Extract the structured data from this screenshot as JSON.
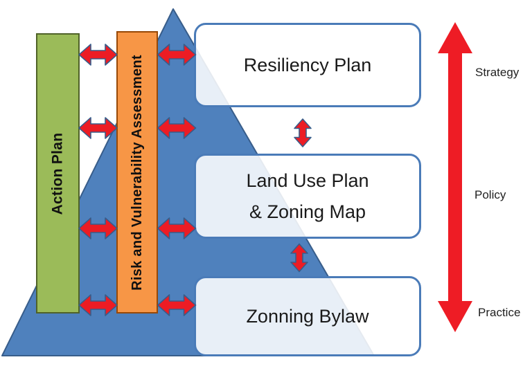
{
  "diagram": {
    "pyramid": {
      "fill_color": "#4F81BD",
      "border_color": "#385D8A"
    },
    "bars": [
      {
        "label": "Action Plan",
        "fill_color": "#9BBB59",
        "border_color": "#4F6228"
      },
      {
        "label": "Risk and Vulnerability Assessment",
        "fill_color": "#F79646",
        "border_color": "#974806"
      }
    ],
    "boxes": [
      {
        "label": "Resiliency Plan"
      },
      {
        "label_line1": "Land Use Plan",
        "label_line2": "& Zoning Map"
      },
      {
        "label": "Zonning Bylaw"
      }
    ],
    "box_style": {
      "border_color": "#4A7BB8",
      "fill_color": "rgba(255,255,255,0.87)"
    },
    "connectors": {
      "fill_color": "#EC1C24",
      "outline_color": "#385D8A"
    },
    "axis": {
      "arrow_color": "#EE1C25",
      "labels": [
        "Strategy",
        "Policy",
        "Practice"
      ]
    }
  }
}
